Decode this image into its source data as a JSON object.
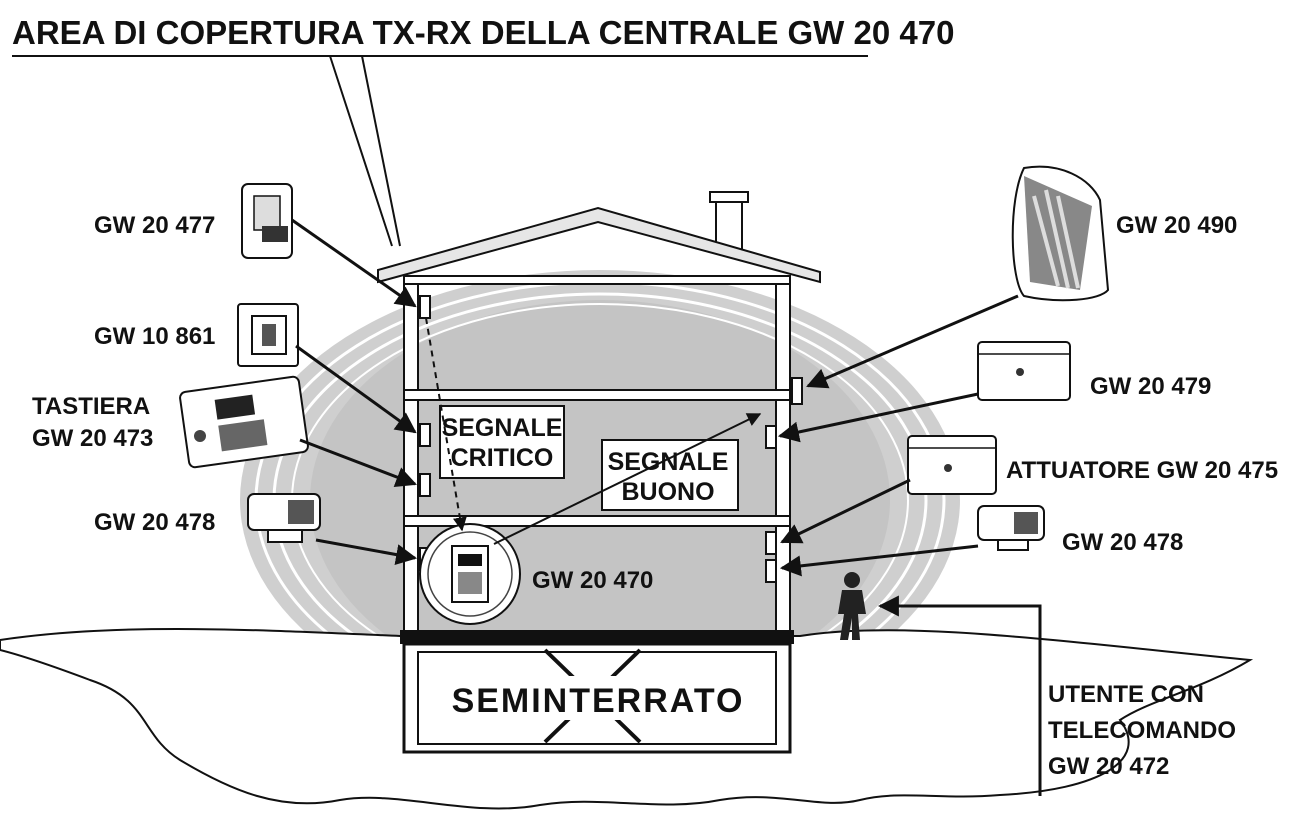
{
  "title": "AREA DI COPERTURA TX-RX DELLA CENTRALE GW 20 470",
  "labels": {
    "gw20477": "GW 20 477",
    "gw10861": "GW 10 861",
    "tastiera_line1": "TASTIERA",
    "tastiera_line2": "GW 20 473",
    "gw20478_left": "GW 20 478",
    "gw20490": "GW 20 490",
    "gw20479": "GW 20 479",
    "attuatore": "ATTUATORE GW 20 475",
    "gw20478_right": "GW 20 478",
    "gw20470": "GW 20 470",
    "segnale_critico_1": "SEGNALE",
    "segnale_critico_2": "CRITICO",
    "segnale_buono_1": "SEGNALE",
    "segnale_buono_2": "BUONO",
    "seminterrato": "SEMINTERRATO",
    "utente_1": "UTENTE CON",
    "utente_2": "TELECOMANDO",
    "utente_3": "GW 20 472"
  },
  "colors": {
    "coverage_fill": "#c9c9c9",
    "ink": "#111111",
    "background": "#ffffff"
  }
}
